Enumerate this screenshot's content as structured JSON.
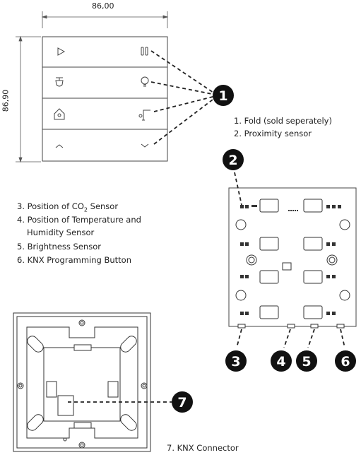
{
  "dimensions": {
    "width": "86,00",
    "height": "86,90"
  },
  "callouts": {
    "fold": "1. Fold (sold seperately)",
    "proximity": "2. Proximity sensor",
    "co2_pre": "3. Position of CO",
    "co2_sub": "2",
    "co2_post": " Sensor",
    "temp_line1": "4. Position of Temperature and",
    "temp_line2": "Humidity Sensor",
    "brightness": "5. Brightness Sensor",
    "knx_prog": "6. KNX Programming Button",
    "knx_conn": "7. KNX Connector"
  },
  "badges": [
    "1",
    "2",
    "3",
    "4",
    "5",
    "6",
    "7"
  ],
  "colors": {
    "line": "#555555",
    "badge": "#111111",
    "text": "#222222"
  },
  "icons": [
    "play-icon",
    "pause-icon",
    "timer-icon",
    "bulb-icon",
    "home-icon",
    "blind-icon",
    "chevron-up-icon",
    "chevron-down-icon"
  ]
}
